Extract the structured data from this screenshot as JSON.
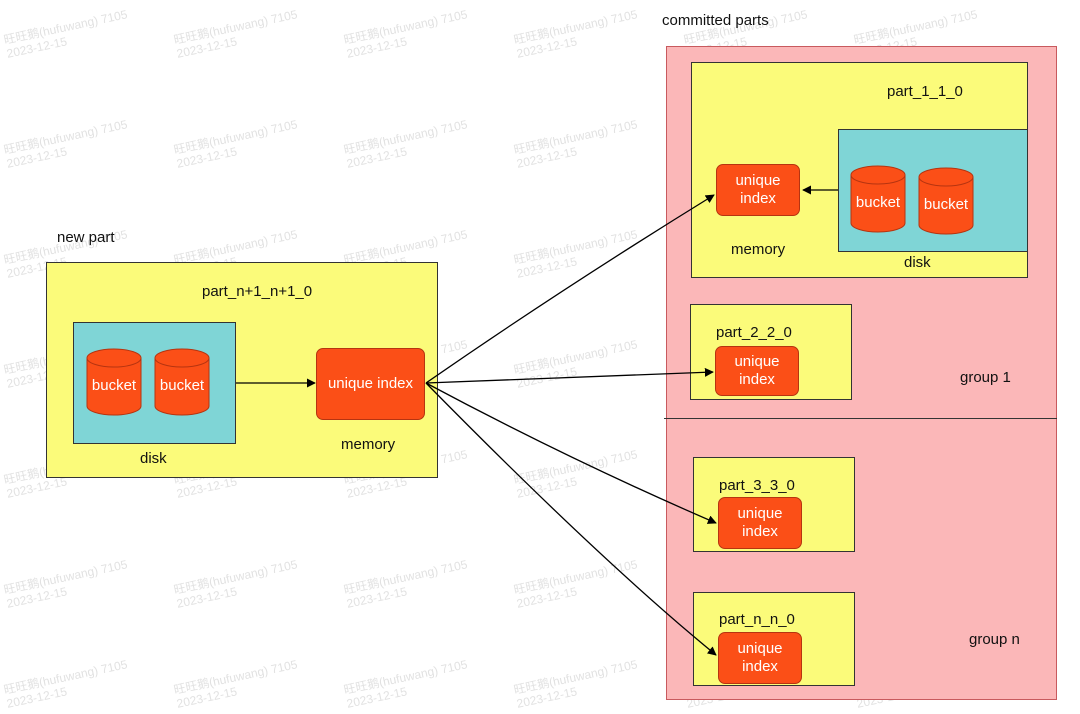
{
  "labels": {
    "new_part": "new part",
    "committed_parts": "committed parts",
    "group1": "group 1",
    "groupn": "group n"
  },
  "new_part": {
    "name": "part_n+1_n+1_0",
    "disk_label": "disk",
    "memory_label": "memory",
    "index_label": "unique index",
    "buckets": [
      "bucket",
      "bucket"
    ]
  },
  "committed": {
    "part1": {
      "name": "part_1_1_0",
      "index_label": "unique\nindex",
      "memory_label": "memory",
      "disk_label": "disk",
      "buckets": [
        "bucket",
        "bucket"
      ]
    },
    "part2": {
      "name": "part_2_2_0",
      "index_label": "unique\nindex"
    },
    "part3": {
      "name": "part_3_3_0",
      "index_label": "unique\nindex"
    },
    "partn": {
      "name": "part_n_n_0",
      "index_label": "unique\nindex"
    }
  },
  "watermark": {
    "line1": "旺旺鹅(hufuwang) 7105",
    "line2": "2023-12-15"
  },
  "colors": {
    "pink": "#fbb7b8",
    "yellow": "#fbfb7a",
    "cyan": "#7fd5d6",
    "orange": "#fb4f17"
  }
}
